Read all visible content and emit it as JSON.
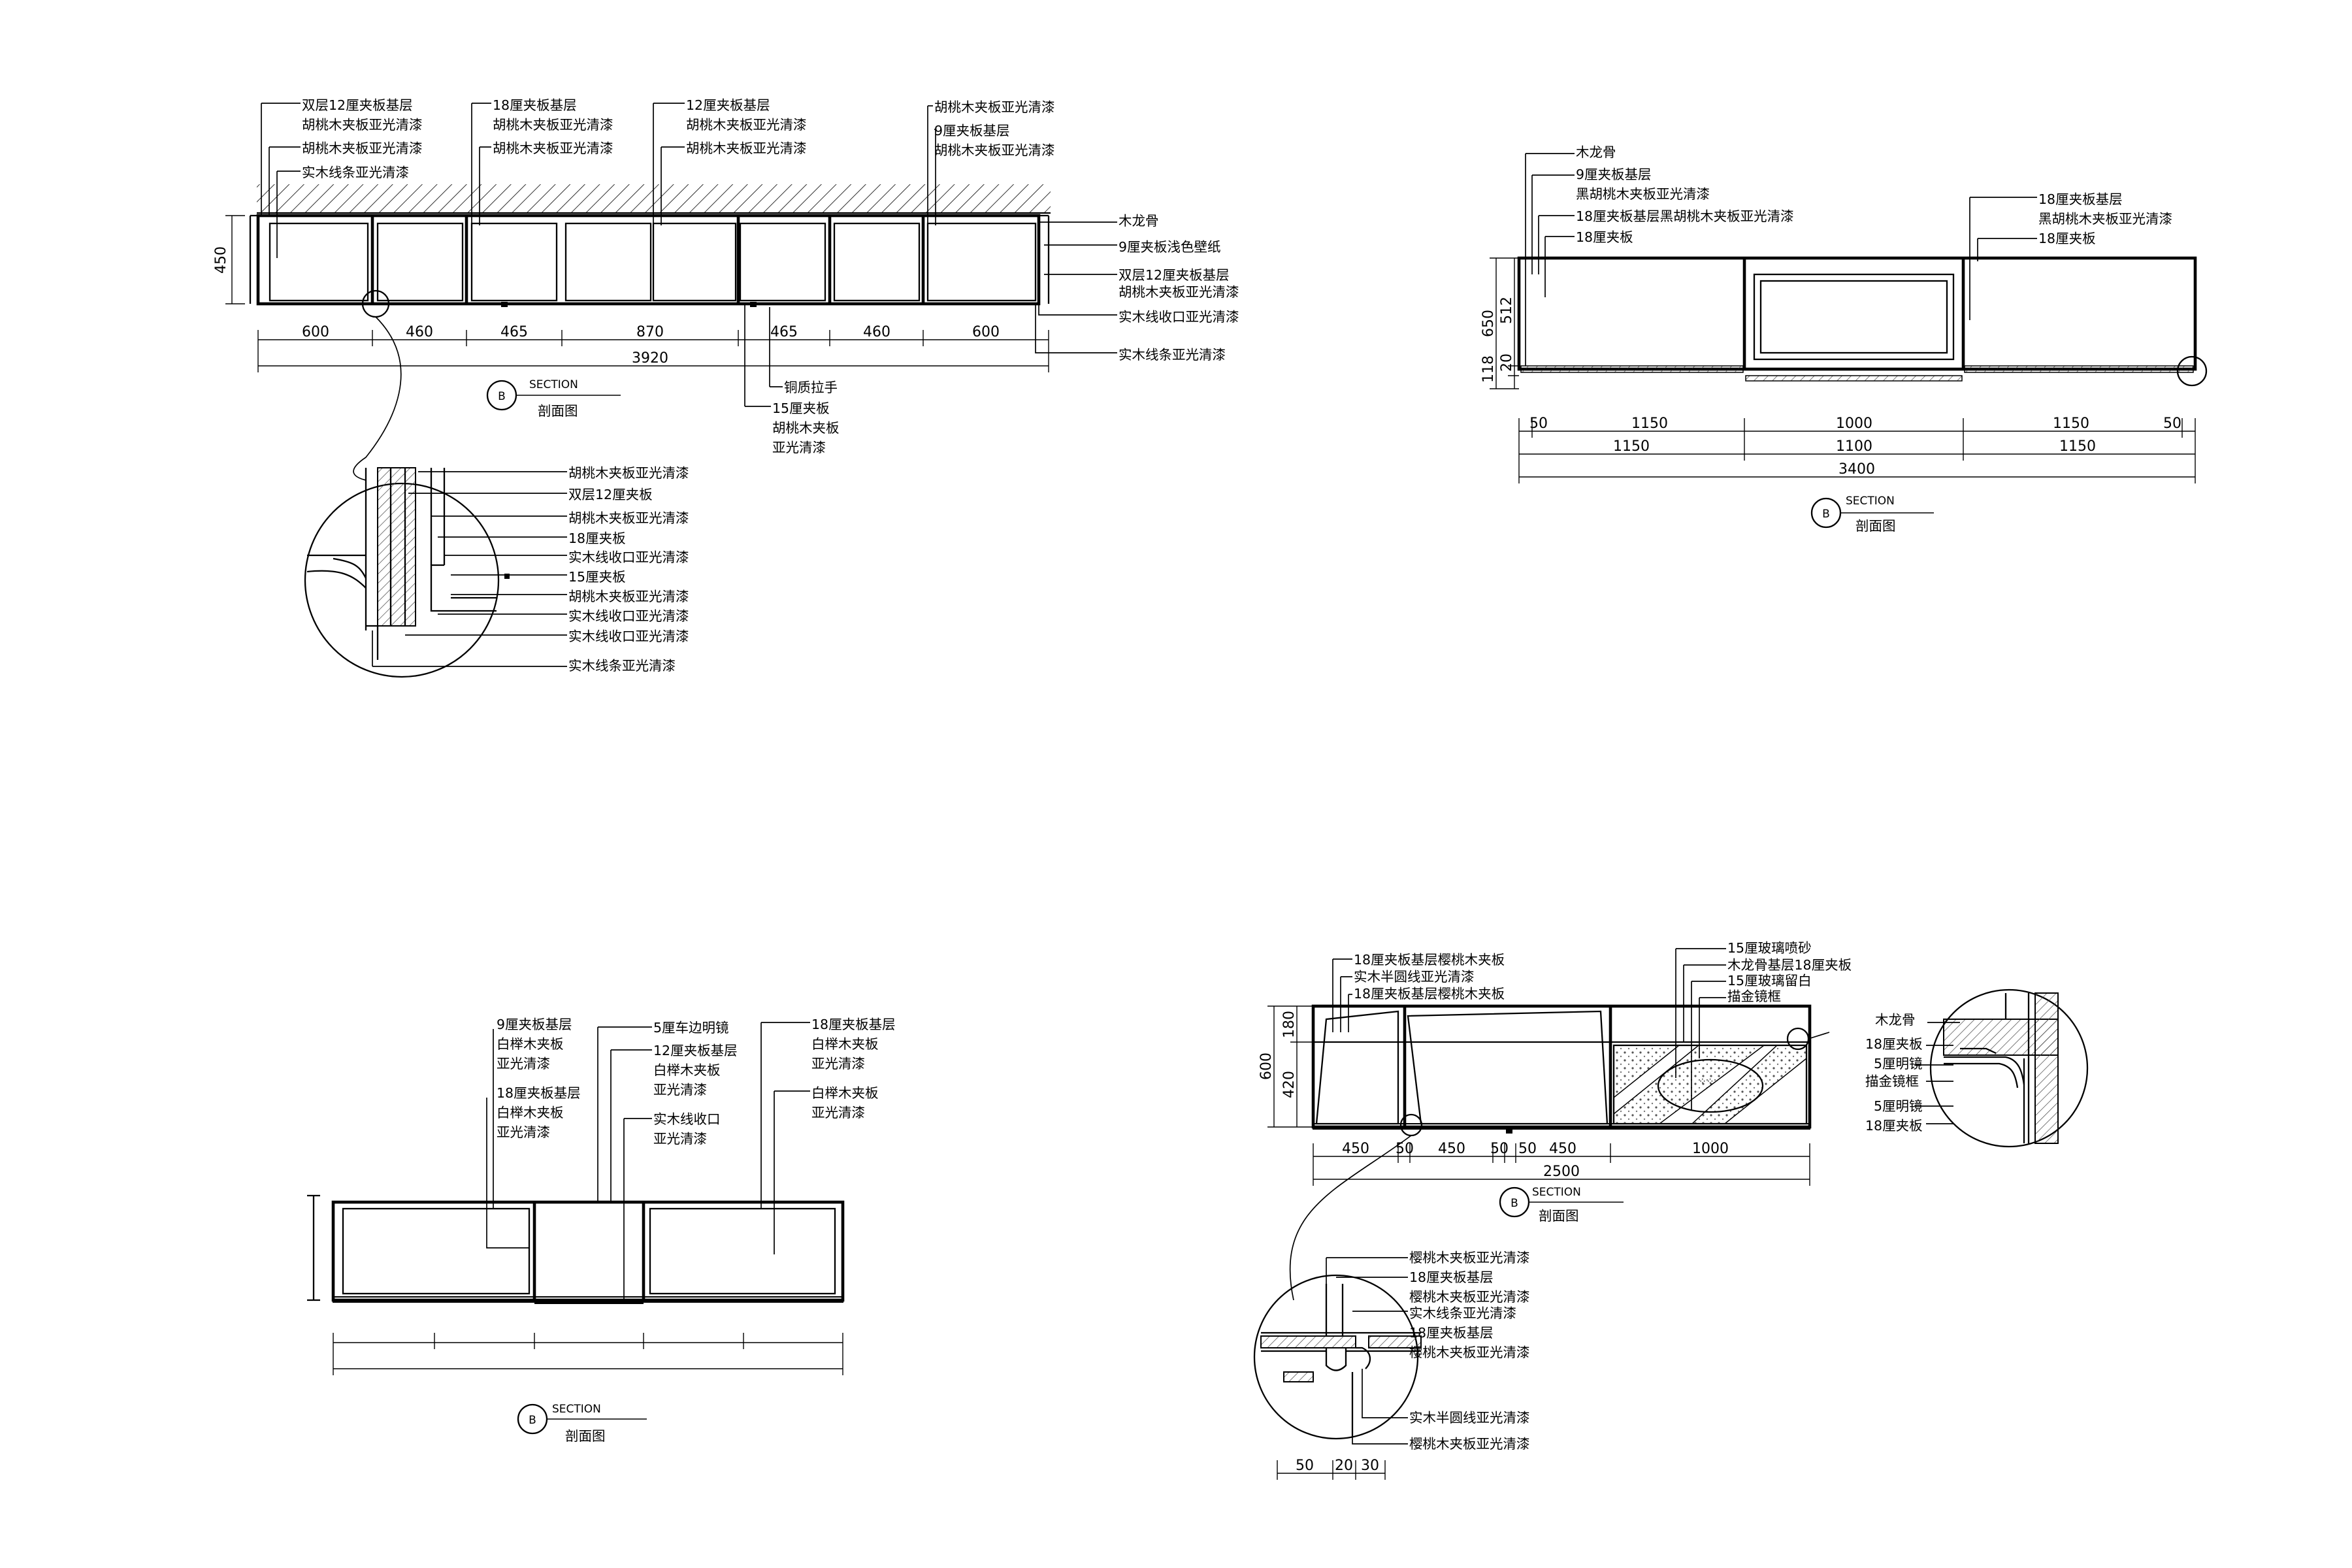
{
  "sheet": {
    "background": "#ffffff",
    "line_color": "#000000"
  },
  "section_tag": {
    "letter": "B",
    "code": "SECTION",
    "caption": "剖面图"
  },
  "section1": {
    "top_labels": [
      "双层12厘夹板基层",
      "胡桃木夹板亚光清漆",
      "胡桃木夹板亚光清漆",
      "实木线条亚光清漆",
      "18厘夹板基层",
      "胡桃木夹板亚光清漆",
      "胡桃木夹板亚光清漆",
      "12厘夹板基层",
      "胡桃木夹板亚光清漆",
      "胡桃木夹板亚光清漆",
      "胡桃木夹板亚光清漆",
      "9厘夹板基层",
      "胡桃木夹板亚光清漆"
    ],
    "right_labels": [
      "木龙骨",
      "9厘夹板浅色壁纸",
      "双层12厘夹板基层",
      "胡桃木夹板亚光清漆",
      "实木线收口亚光清漆",
      "实木线条亚光清漆"
    ],
    "bottom_labels": [
      "铜质拉手",
      "15厘夹板",
      "胡桃木夹板",
      "亚光清漆"
    ],
    "height_dim": "450",
    "dims": [
      "600",
      "460",
      "465",
      "870",
      "465",
      "460",
      "600"
    ],
    "total": "3920",
    "detail_labels": [
      "胡桃木夹板亚光清漆",
      "双层12厘夹板",
      "胡桃木夹板亚光清漆",
      "18厘夹板",
      "实木线收口亚光清漆",
      "15厘夹板",
      "胡桃木夹板亚光清漆",
      "实木线收口亚光清漆",
      "实木线收口亚光清漆",
      "实木线条亚光清漆"
    ]
  },
  "section2": {
    "labels": [
      "木龙骨",
      "9厘夹板基层",
      "黑胡桃木夹板亚光清漆",
      "18厘夹板基层黑胡桃木夹板亚光清漆",
      "18厘夹板",
      "18厘夹板基层",
      "黑胡桃木夹板亚光清漆",
      "18厘夹板"
    ],
    "height_total": "650",
    "height_upper": "512",
    "height_lower": "118",
    "height_lower2": "20",
    "dims_row1": [
      "50",
      "1150",
      "1000",
      "1150",
      "50"
    ],
    "dims_row2": [
      "1150",
      "1100",
      "1150"
    ],
    "total": "3400"
  },
  "section3": {
    "labels": [
      "9厘夹板基层",
      "白榉木夹板",
      "亚光清漆",
      "18厘夹板基层",
      "白榉木夹板",
      "亚光清漆",
      "5厘车边明镜",
      "12厘夹板基层",
      "白榉木夹板",
      "亚光清漆",
      "实木线收口",
      "亚光清漆",
      "18厘夹板基层",
      "白榉木夹板",
      "亚光清漆",
      "白榉木夹板",
      "亚光清漆"
    ]
  },
  "section4": {
    "labels": [
      "18厘夹板基层樱桃木夹板",
      "实木半圆线亚光清漆",
      "18厘夹板基层樱桃木夹板",
      "15厘玻璃喷砂",
      "木龙骨基层18厘夹板",
      "15厘玻璃留白",
      "描金镜框"
    ],
    "right_labels": [
      "木龙骨",
      "18厘夹板",
      "5厘明镜",
      "描金镜框",
      "5厘明镜",
      "18厘夹板"
    ],
    "height_total": "600",
    "height_upper": "180",
    "height_lower": "420",
    "dims": [
      "450",
      "50",
      "450",
      "50",
      "50",
      "450",
      "1000"
    ],
    "total": "2500",
    "detail_labels": [
      "樱桃木夹板亚光清漆",
      "18厘夹板基层",
      "樱桃木夹板亚光清漆",
      "实木线条亚光清漆",
      "18厘夹板基层",
      "樱桃木夹板亚光清漆",
      "实木半圆线亚光清漆",
      "樱桃木夹板亚光清漆"
    ],
    "detail_dims": [
      "50",
      "20",
      "30"
    ]
  }
}
